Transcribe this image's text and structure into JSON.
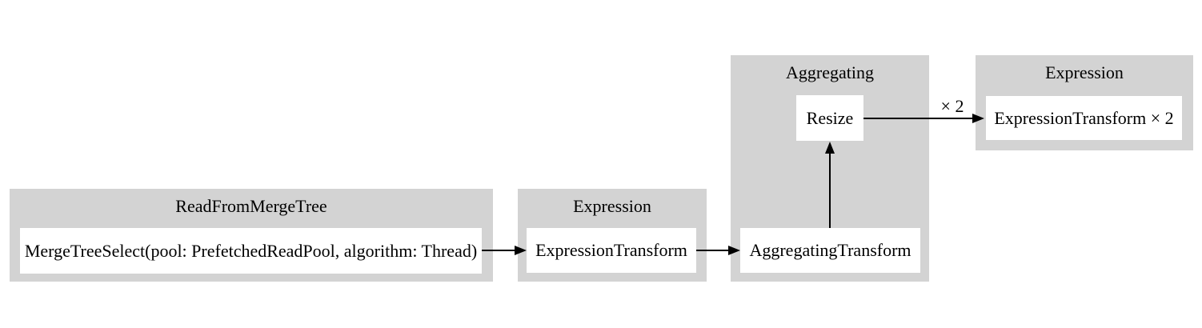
{
  "diagram": {
    "type": "pipeline-flowchart",
    "colors": {
      "background": "#ffffff",
      "cluster_fill": "#d3d3d3",
      "node_fill": "#ffffff",
      "text": "#000000",
      "edge": "#000000"
    },
    "clusters": [
      {
        "title": "ReadFromMergeTree",
        "nodes": [
          {
            "label": "MergeTreeSelect(pool: PrefetchedReadPool, algorithm: Thread)"
          }
        ]
      },
      {
        "title": "Expression",
        "nodes": [
          {
            "label": "ExpressionTransform"
          }
        ]
      },
      {
        "title": "Aggregating",
        "nodes": [
          {
            "label": "Resize"
          },
          {
            "label": "AggregatingTransform"
          }
        ]
      },
      {
        "title": "Expression",
        "nodes": [
          {
            "label": "ExpressionTransform × 2"
          }
        ]
      }
    ],
    "edges": [
      {
        "from": "MergeTreeSelect(pool: PrefetchedReadPool, algorithm: Thread)",
        "to": "ExpressionTransform",
        "label": ""
      },
      {
        "from": "ExpressionTransform",
        "to": "AggregatingTransform",
        "label": ""
      },
      {
        "from": "AggregatingTransform",
        "to": "Resize",
        "label": ""
      },
      {
        "from": "Resize",
        "to": "ExpressionTransform × 2",
        "label": "× 2"
      }
    ]
  }
}
